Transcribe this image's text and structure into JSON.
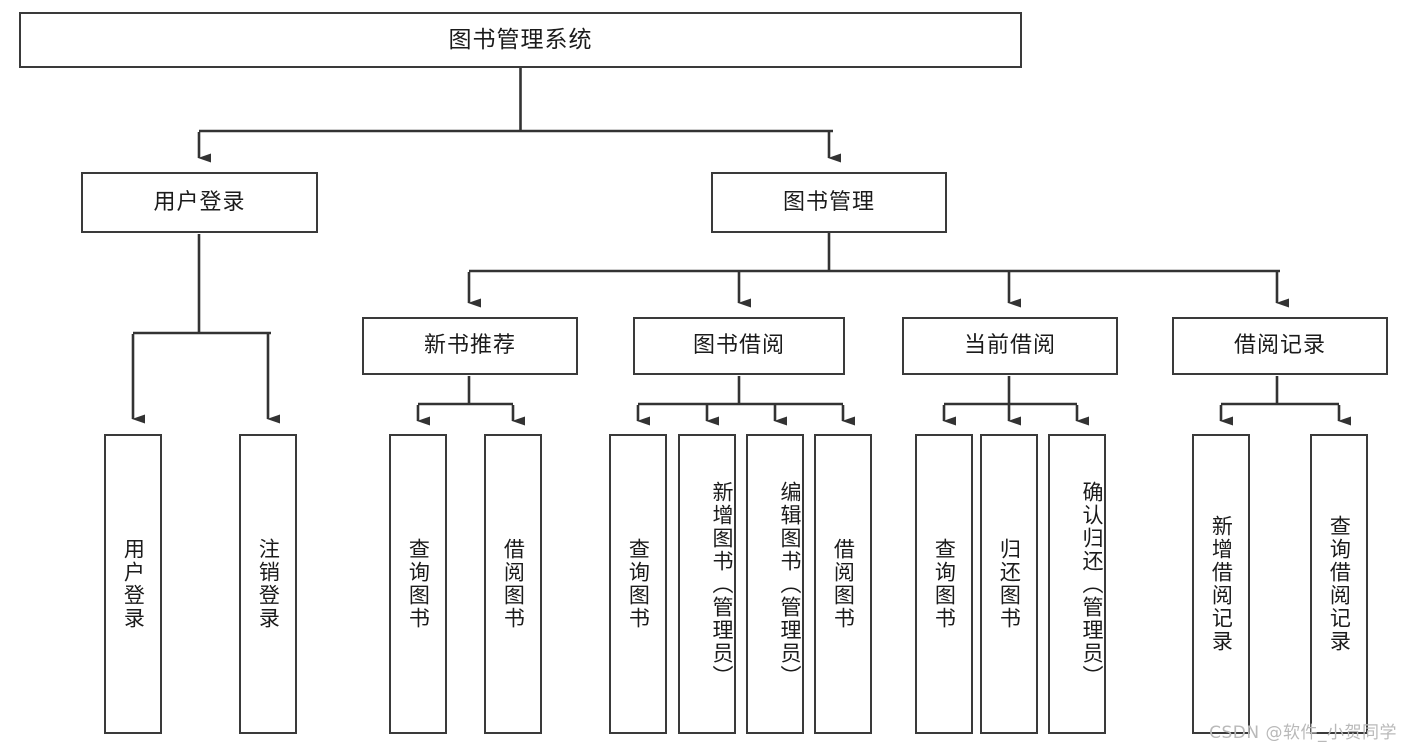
{
  "diagram": {
    "title": "图书管理系统",
    "type": "tree-hierarchy",
    "watermark": "CSDN @软件_小贺同学",
    "colors": {
      "background": "#ffffff",
      "box_border": "#3a3a3a",
      "box_fill": "#ffffff",
      "connector": "#333333",
      "text": "#1b1b1b",
      "watermark": "#b9b9b9"
    },
    "root": {
      "id": "root",
      "label": "图书管理系统",
      "orientation": "horizontal"
    },
    "level1": [
      {
        "id": "user-login",
        "label": "用户登录",
        "orientation": "horizontal"
      },
      {
        "id": "book-manage",
        "label": "图书管理",
        "orientation": "horizontal"
      }
    ],
    "level2": [
      {
        "id": "new-book-rec",
        "label": "新书推荐",
        "orientation": "horizontal",
        "parent": "book-manage"
      },
      {
        "id": "book-borrow",
        "label": "图书借阅",
        "orientation": "horizontal",
        "parent": "book-manage"
      },
      {
        "id": "current-borrow",
        "label": "当前借阅",
        "orientation": "horizontal",
        "parent": "book-manage"
      },
      {
        "id": "borrow-record",
        "label": "借阅记录",
        "orientation": "horizontal",
        "parent": "book-manage"
      }
    ],
    "leaves": {
      "user_login": [
        {
          "id": "leaf-user-login",
          "label": "用户登录",
          "orientation": "vertical"
        },
        {
          "id": "leaf-logout",
          "label": "注销登录",
          "orientation": "vertical"
        }
      ],
      "new_book_rec": [
        {
          "id": "leaf-query-book-1",
          "label": "查询图书",
          "orientation": "vertical"
        },
        {
          "id": "leaf-borrow-book-1",
          "label": "借阅图书",
          "orientation": "vertical"
        }
      ],
      "book_borrow": [
        {
          "id": "leaf-query-book-2",
          "label": "查询图书",
          "orientation": "vertical"
        },
        {
          "id": "leaf-add-book",
          "label": "新增图书（管理员）",
          "orientation": "vertical"
        },
        {
          "id": "leaf-edit-book",
          "label": "编辑图书（管理员）",
          "orientation": "vertical"
        },
        {
          "id": "leaf-borrow-book-2",
          "label": "借阅图书",
          "orientation": "vertical"
        }
      ],
      "current_borrow": [
        {
          "id": "leaf-query-book-3",
          "label": "查询图书",
          "orientation": "vertical"
        },
        {
          "id": "leaf-return-book",
          "label": "归还图书",
          "orientation": "vertical"
        },
        {
          "id": "leaf-confirm-return",
          "label": "确认归还（管理员）",
          "orientation": "vertical"
        }
      ],
      "borrow_record": [
        {
          "id": "leaf-add-record",
          "label": "新增借阅记录",
          "orientation": "vertical"
        },
        {
          "id": "leaf-query-record",
          "label": "查询借阅记录",
          "orientation": "vertical"
        }
      ]
    }
  }
}
